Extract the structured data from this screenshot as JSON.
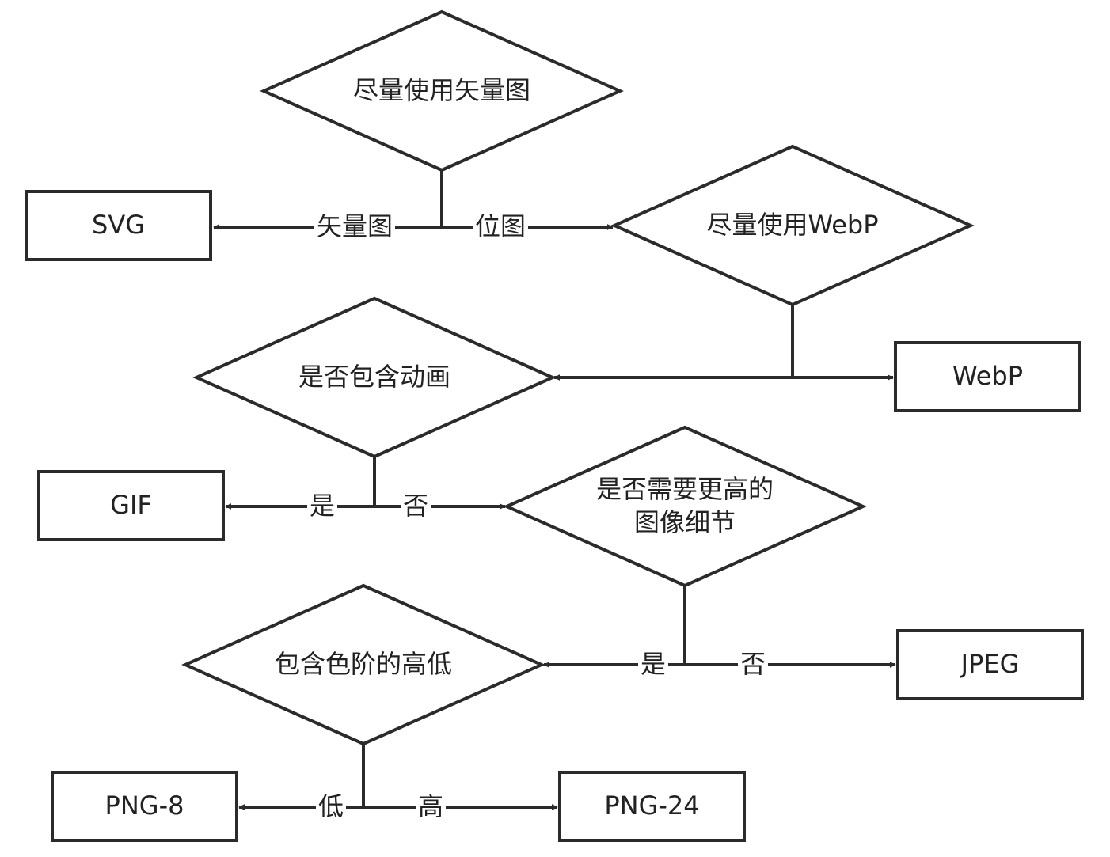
{
  "nodes": {
    "d1": [
      "尽量使用矢量图"
    ],
    "svg": [
      "SVG"
    ],
    "d2": [
      "尽量使用WebP"
    ],
    "webp": [
      "WebP"
    ],
    "d3": [
      "是否包含动画"
    ],
    "gif": [
      "GIF"
    ],
    "d4": [
      "是否需要更高的",
      "图像细节"
    ],
    "jpeg": [
      "JPEG"
    ],
    "d5": [
      "包含色阶的高低"
    ],
    "png8": [
      "PNG-8"
    ],
    "png24": [
      "PNG-24"
    ]
  },
  "edges": {
    "d1_svg": "矢量图",
    "d1_d2": "位图",
    "d2_d3": "",
    "d2_webp": "",
    "d3_gif": "是",
    "d3_d4": "否",
    "d4_d5": "是",
    "d4_jpeg": "否",
    "d5_png8": "低",
    "d5_png24": "高"
  }
}
